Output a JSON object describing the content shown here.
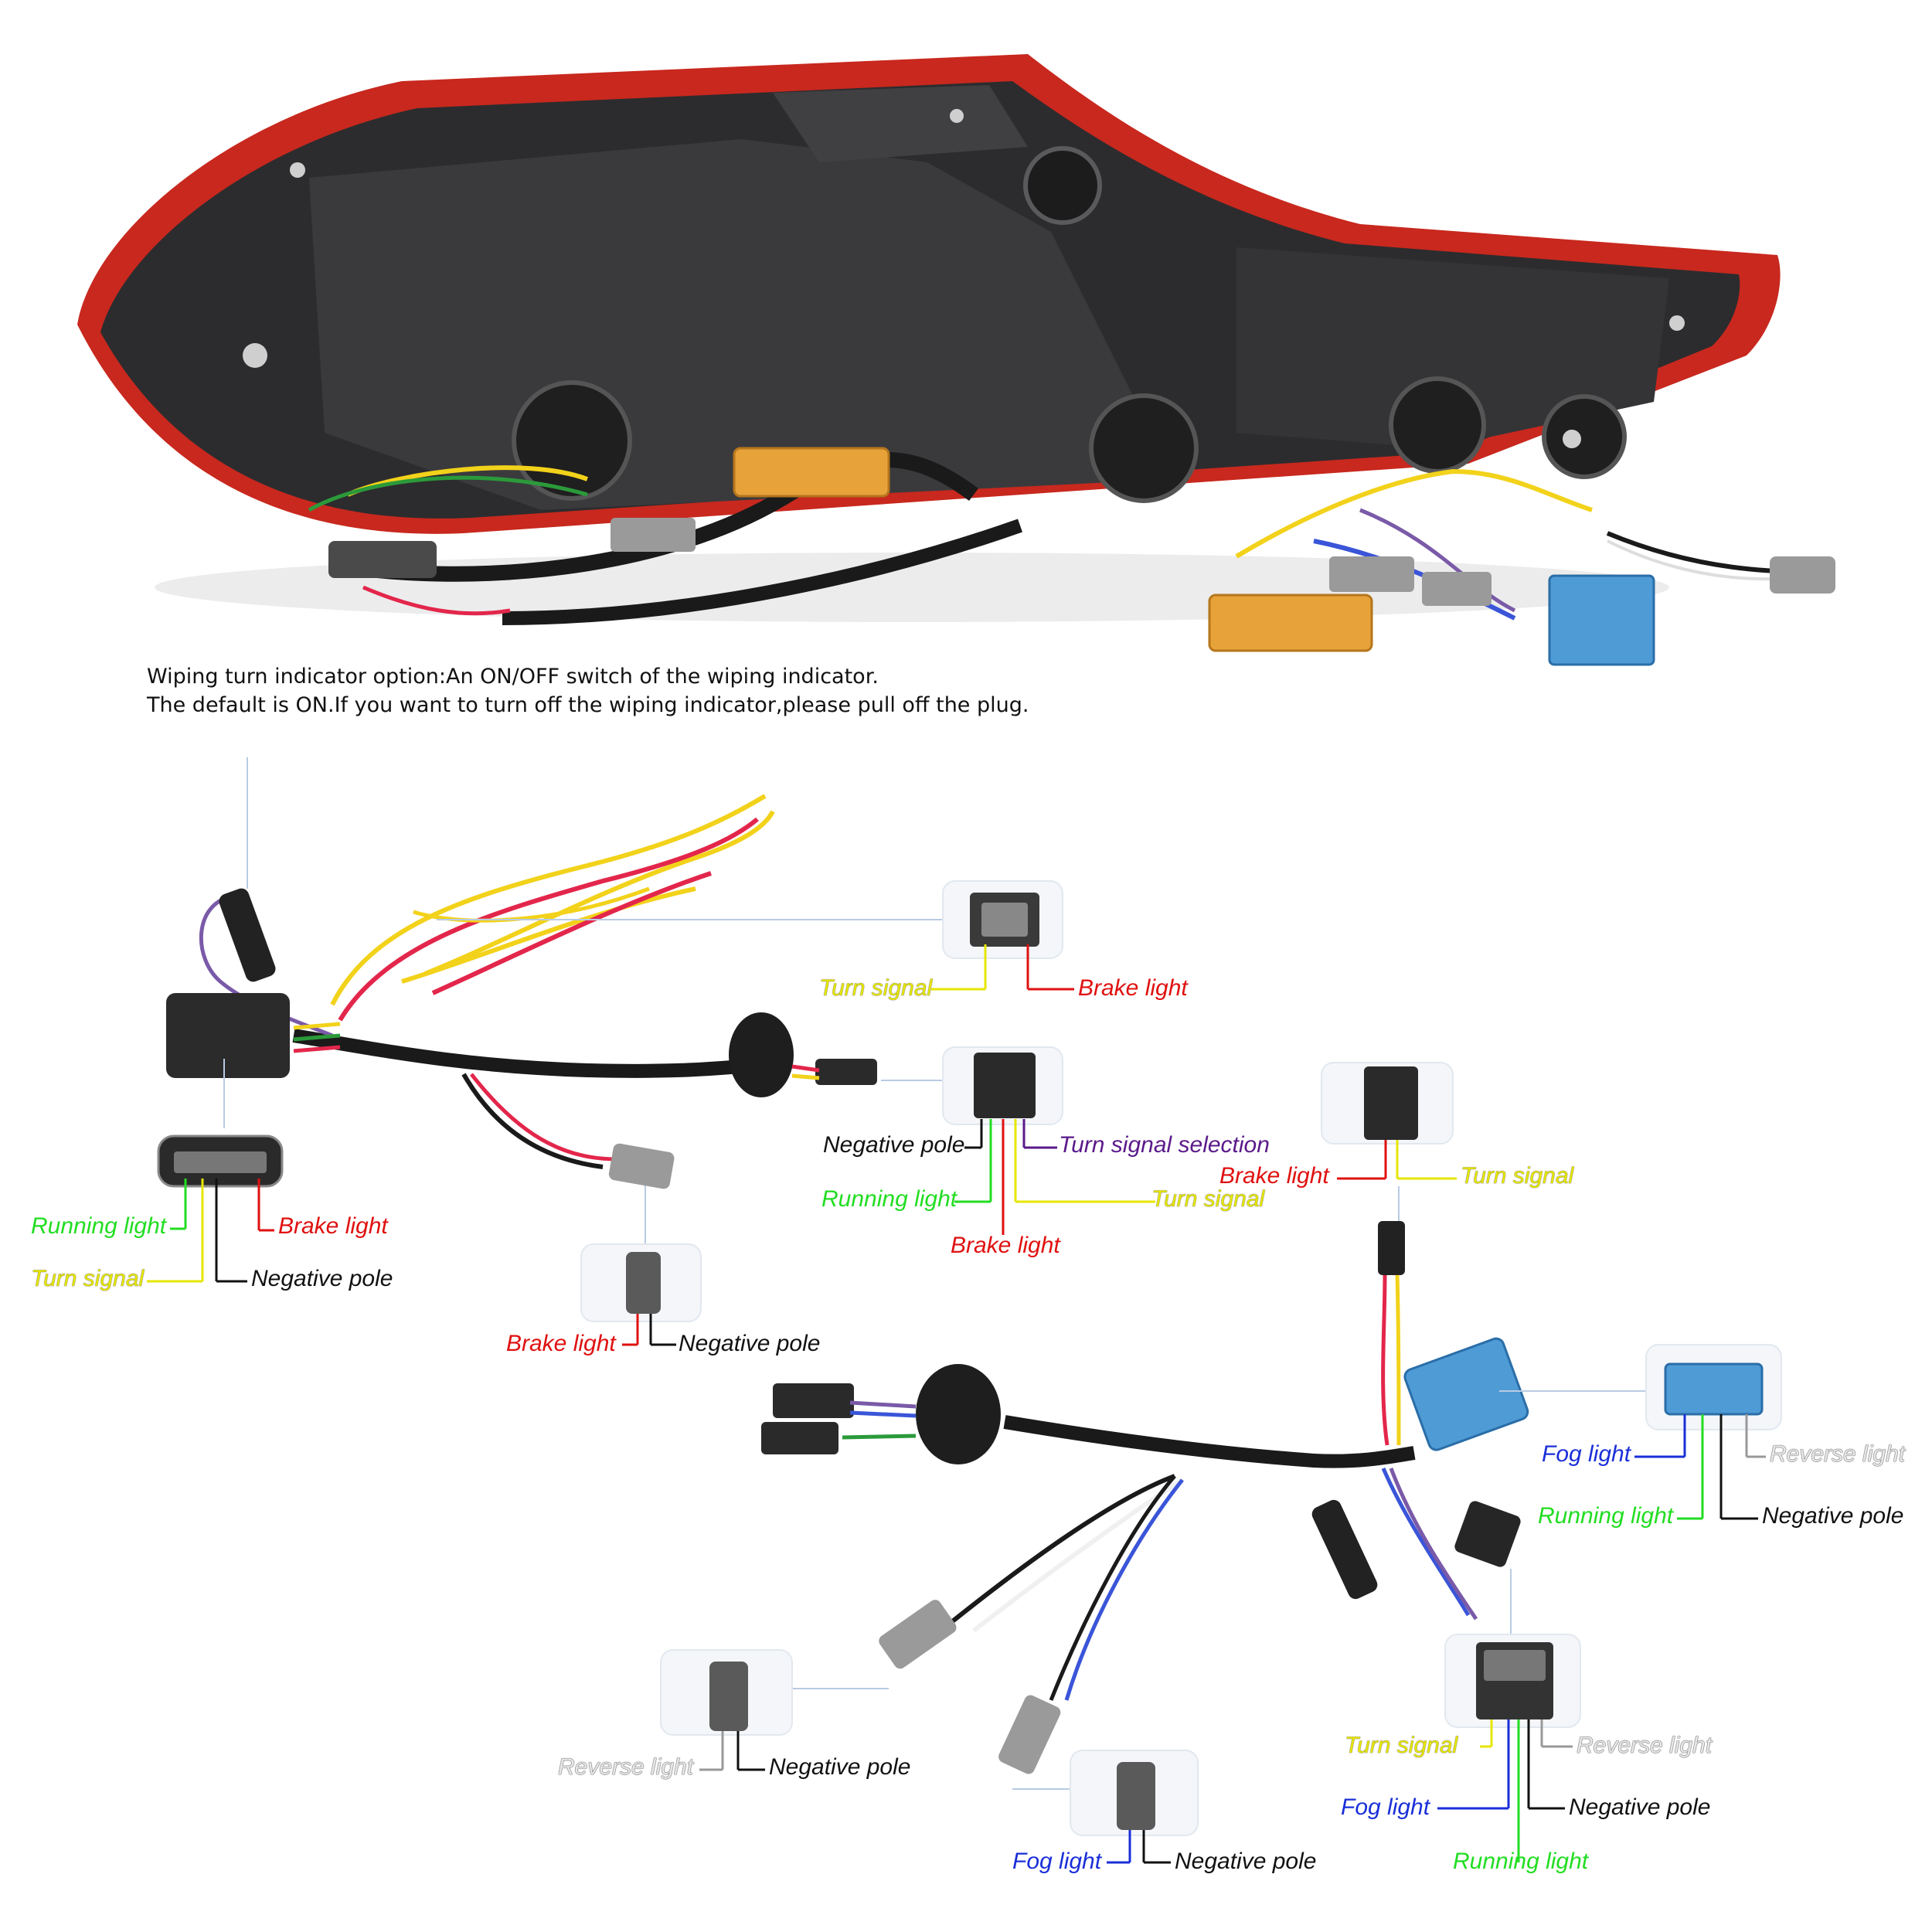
{
  "note": {
    "line1": "Wiping turn indicator option:An ON/OFF switch of the wiping indicator.",
    "line2": "The default is ON.If you want to turn off the wiping indicator,please pull off the plug."
  },
  "labels": {
    "top_plug_turn": "Turn signal",
    "top_plug_brake": "Brake light",
    "left_running": "Running light",
    "left_brake": "Brake light",
    "left_turn": "Turn signal",
    "left_negative": "Negative pole",
    "mid_negative": "Negative pole",
    "mid_turn_selection": "Turn signal selection",
    "mid_running": "Running light",
    "mid_turn": "Turn signal",
    "mid_brake": "Brake light",
    "small_brake": "Brake light",
    "small_negative": "Negative pole",
    "right_brake": "Brake light",
    "right_turn": "Turn signal",
    "blue_fog": "Fog light",
    "blue_reverse": "Reverse light",
    "blue_running": "Running light",
    "blue_negative": "Negative pole",
    "rev_plug_reverse": "Reverse light",
    "rev_plug_negative": "Negative pole",
    "fog_plug_fog": "Fog light",
    "fog_plug_negative": "Negative pole",
    "br_turn": "Turn signal",
    "br_reverse": "Reverse light",
    "br_fog": "Fog light",
    "br_negative": "Negative pole",
    "br_running": "Running light"
  },
  "colors": {
    "lamp_red": "#c8281e",
    "housing": "#2c2c2e",
    "connector_grey": "#9a9a9a",
    "connector_blue": "#4f9bd6",
    "resistor_gold": "#e8a23a",
    "wire_yellow": "#f2d21a",
    "wire_red": "#e3264b",
    "wire_green": "#2b9a3a",
    "wire_blue": "#3a55d8",
    "wire_purple": "#7a5aa8"
  }
}
